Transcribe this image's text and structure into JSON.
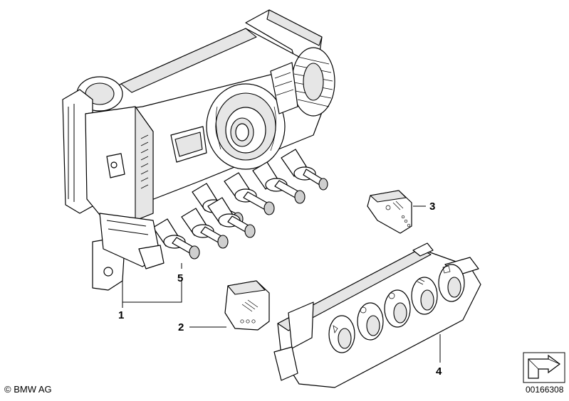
{
  "callouts": [
    {
      "id": "1",
      "label": "1"
    },
    {
      "id": "2",
      "label": "2"
    },
    {
      "id": "3",
      "label": "3"
    },
    {
      "id": "4",
      "label": "4"
    },
    {
      "id": "5",
      "label": "5"
    }
  ],
  "footer": {
    "copyright": "© BMW AG",
    "drawing_number": "00166308"
  },
  "icons": [
    "arrow-logo-icon"
  ]
}
